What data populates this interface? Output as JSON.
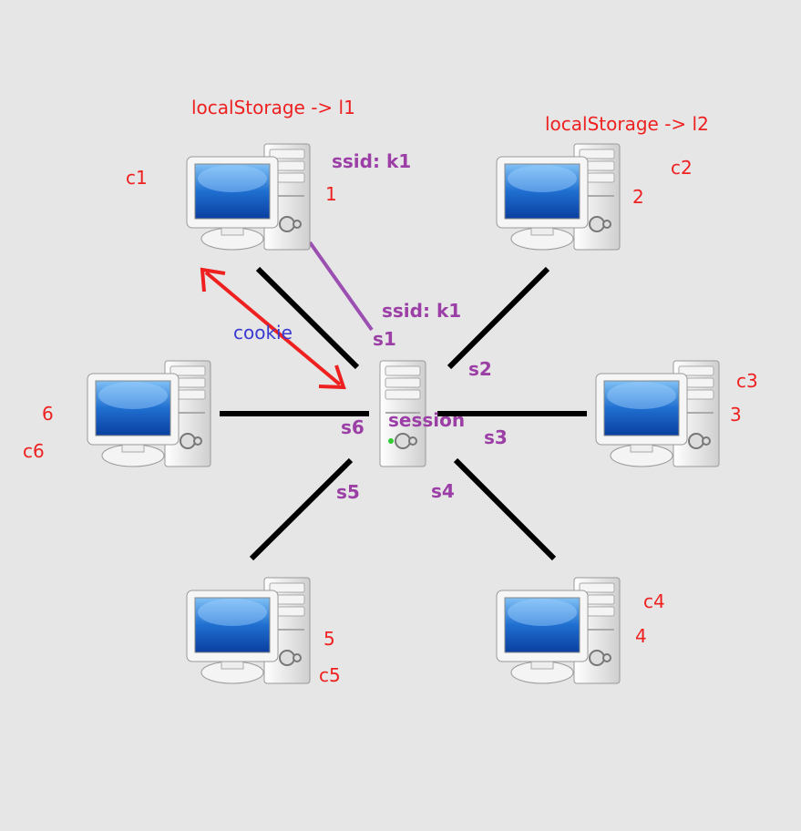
{
  "colors": {
    "client_label": "#ee2020",
    "session_label": "#9b3fa6",
    "cookie_label": "#3a3ad0",
    "link": "#000000",
    "arrow": "#ee2020",
    "ssid_link": "#9b4fb0"
  },
  "server": {
    "label": "session",
    "icon": "server-tower-icon"
  },
  "clients": [
    {
      "num": "1",
      "cookie": "c1",
      "link": "s1",
      "storage": "localStorage -> l1",
      "ssid": "ssid: k1"
    },
    {
      "num": "2",
      "cookie": "c2",
      "link": "s2",
      "storage": "localStorage -> l2"
    },
    {
      "num": "3",
      "cookie": "c3",
      "link": "s3"
    },
    {
      "num": "4",
      "cookie": "c4",
      "link": "s4"
    },
    {
      "num": "5",
      "cookie": "c5",
      "link": "s5"
    },
    {
      "num": "6",
      "cookie": "c6",
      "link": "s6"
    }
  ],
  "server_ssid": "ssid: k1",
  "cookie_arrow_label": "cookie"
}
